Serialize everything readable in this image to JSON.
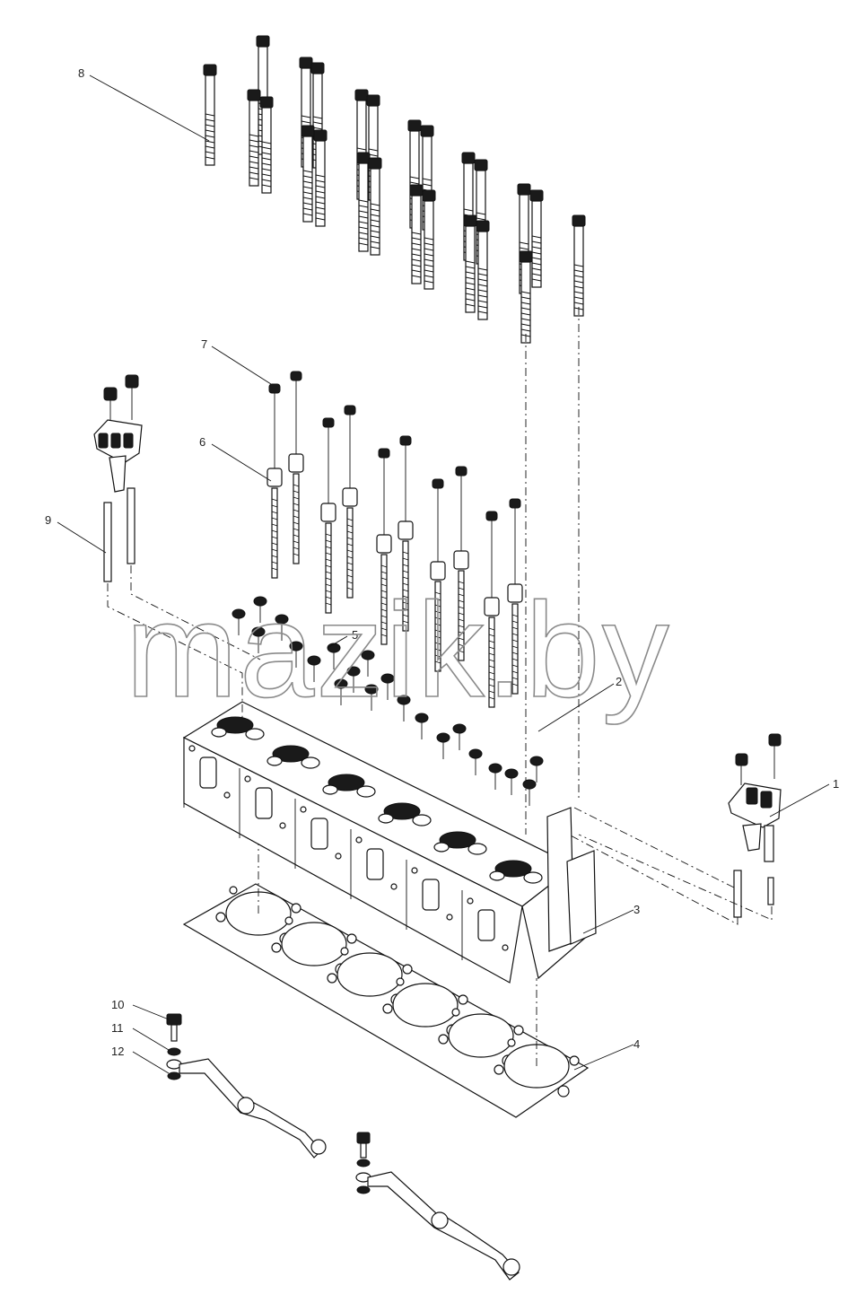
{
  "diagram": {
    "labels": [
      "1",
      "2",
      "3",
      "4",
      "5",
      "6",
      "7",
      "8",
      "9",
      "10",
      "11",
      "12"
    ],
    "watermark": "mazik.by"
  }
}
